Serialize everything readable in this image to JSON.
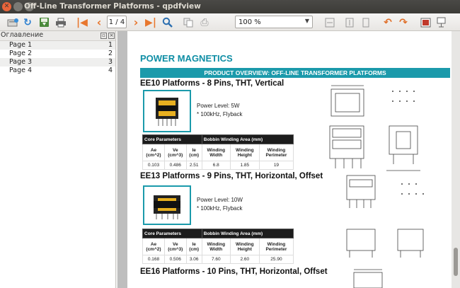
{
  "window": {
    "title": "Off-Line Transformer Platforms - qpdfview"
  },
  "toolbar": {
    "page_field": "1 / 4",
    "zoom_field": "100 %"
  },
  "sidebar": {
    "header": "Оглавление",
    "items": [
      {
        "label": "Page 1",
        "page": "1"
      },
      {
        "label": "Page 2",
        "page": "2"
      },
      {
        "label": "Page 3",
        "page": "3"
      },
      {
        "label": "Page 4",
        "page": "4"
      }
    ]
  },
  "document": {
    "heading": "POWER MAGNETICS",
    "banner": "PRODUCT OVERVIEW: OFF-LINE TRANSFORMER PLATFORMS",
    "table_headers": {
      "core": "Core Parameters",
      "bobbin": "Bobbin Winding Area (mm)",
      "ae": "Ae (cm^2)",
      "ve": "Ve (cm^3)",
      "le": "le (cm)",
      "ww": "Winding Width",
      "wh": "Winding Height",
      "wp": "Winding Perimeter"
    },
    "products": [
      {
        "title": "EE10 Platforms - 8 Pins, THT, Vertical",
        "power": "Power Level: 5W",
        "freq": "* 100kHz, Flyback",
        "values": [
          "0.103",
          "0.486",
          "2.51",
          "6.8",
          "1.85",
          "19"
        ]
      },
      {
        "title": "EE13 Platforms - 9 Pins, THT, Horizontal, Offset",
        "power": "Power Level: 10W",
        "freq": "* 100kHz, Flyback",
        "values": [
          "0.168",
          "0.506",
          "3.06",
          "7.60",
          "2.60",
          "25.90"
        ]
      },
      {
        "title": "EE16 Platforms - 10 Pins, THT, Horizontal, Offset"
      }
    ]
  }
}
